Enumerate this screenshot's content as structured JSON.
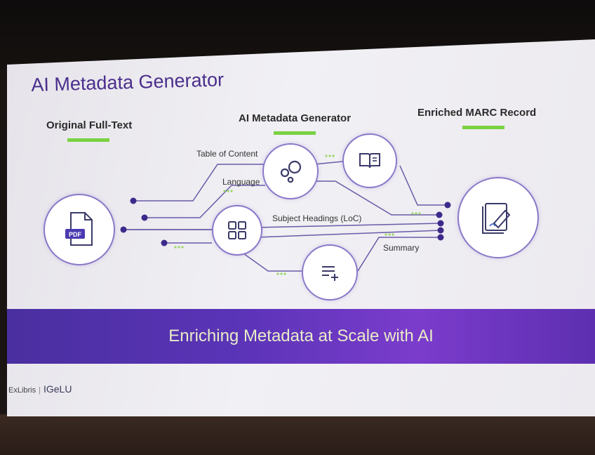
{
  "slide": {
    "title": "AI Metadata Generator",
    "columns": {
      "source": "Original Full-Text",
      "generator": "AI Metadata Generator",
      "output": "Enriched MARC Record"
    },
    "edge_labels": {
      "toc": "Table of Content",
      "language": "Language",
      "subjects": "Subject Headings (LoC)",
      "summary": "Summary"
    },
    "pdf_badge": "PDF",
    "banner": "Enriching Metadata at Scale with AI",
    "footer": {
      "exlibris": "ExLibris",
      "igelu": "IGeLU"
    }
  },
  "colors": {
    "accent": "#5b34b8",
    "underline": "#7ad142",
    "node_border": "#8a78c8"
  },
  "icons": [
    "pdf-file-icon",
    "ai-circles-icon",
    "book-icon",
    "grid-icon",
    "list-add-icon",
    "document-sign-icon"
  ]
}
